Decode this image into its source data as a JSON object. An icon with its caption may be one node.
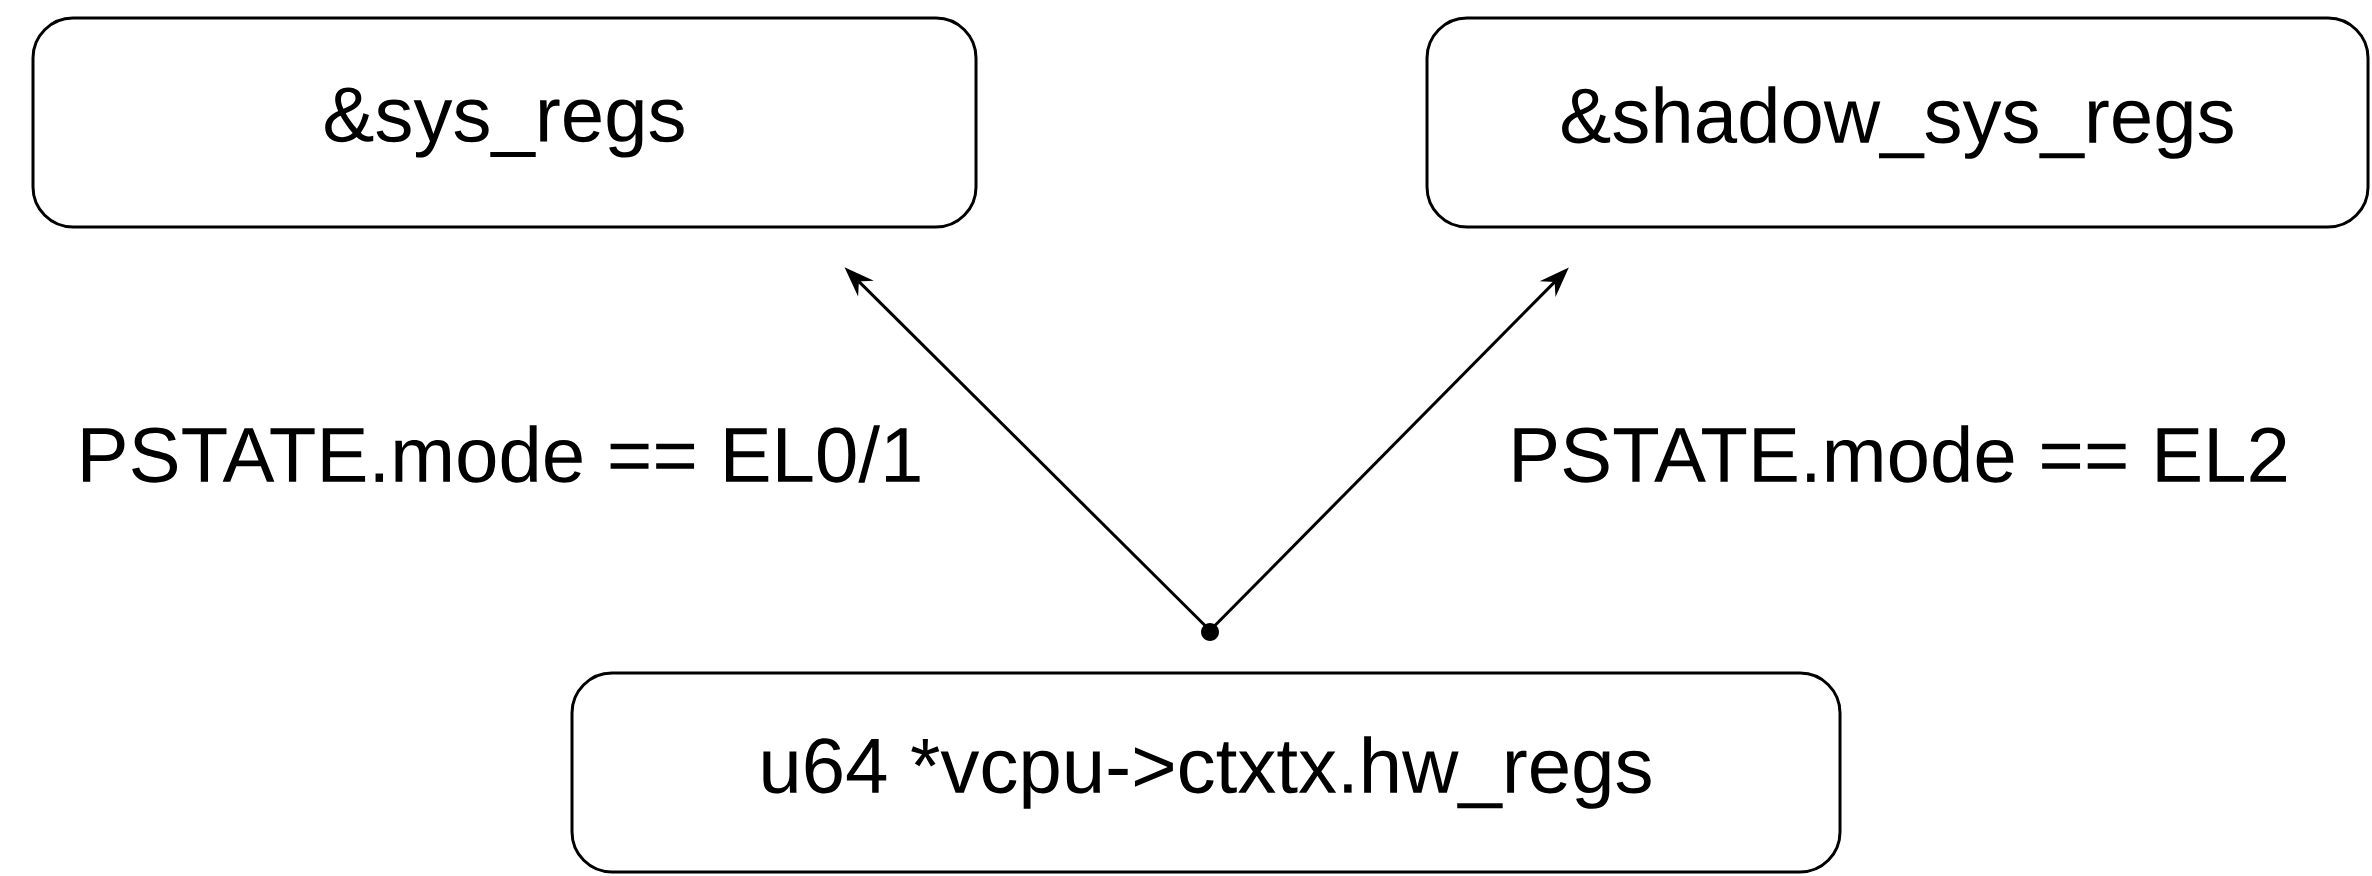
{
  "diagram": {
    "nodes": [
      {
        "text": [
          "&sys_regs"
        ]
      },
      {
        "text": [
          "&shadow_sys_regs"
        ]
      },
      {
        "text": [
          "u64 *vcpu->ctxtx.hw_regs"
        ]
      }
    ],
    "edges": [
      {
        "from": 2,
        "to": 0,
        "arrow": "to",
        "label": "PSTATE.mode == EL0/1"
      },
      {
        "from": 2,
        "to": 1,
        "arrow": "to",
        "label": "PSTATE.mode == EL2"
      }
    ]
  }
}
